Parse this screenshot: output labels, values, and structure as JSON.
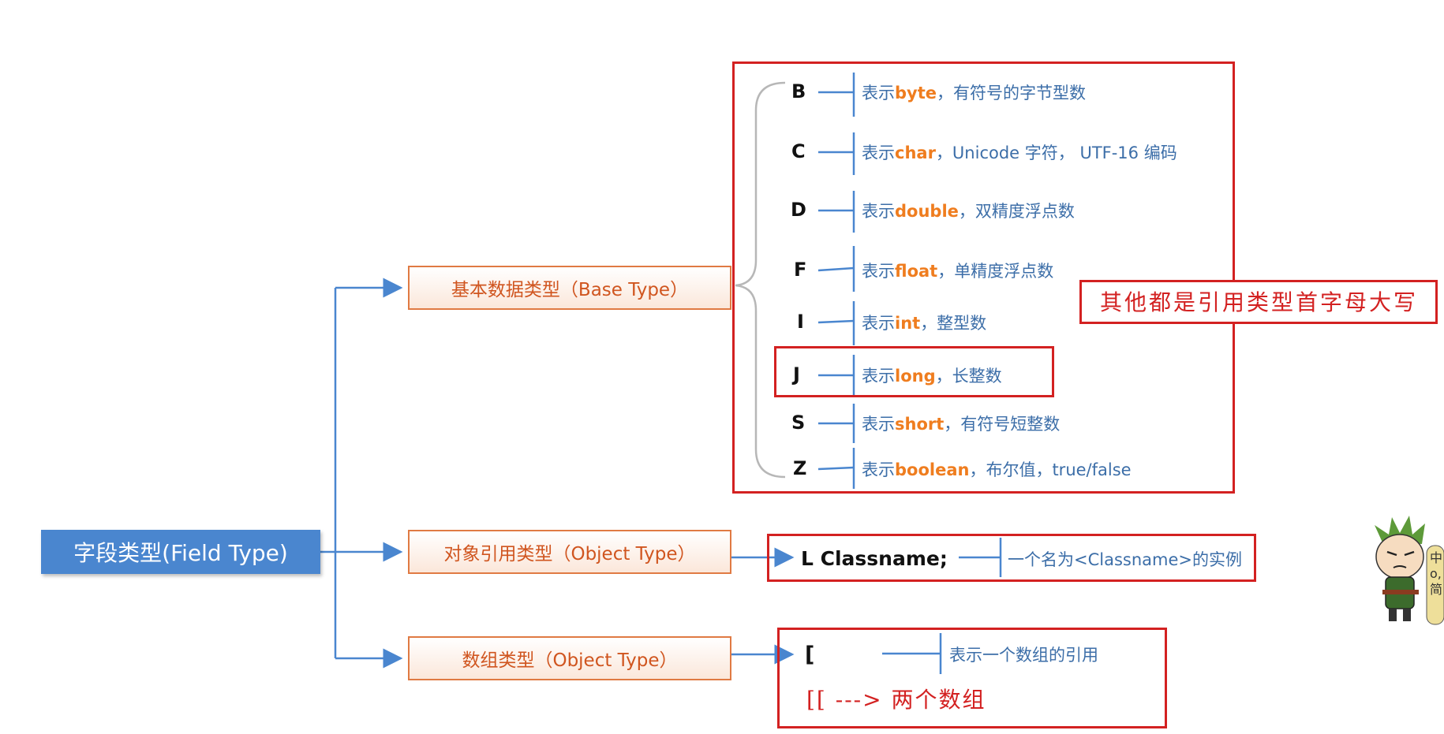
{
  "root": {
    "label": "字段类型(Field Type)"
  },
  "categories": [
    {
      "label": "基本数据类型（Base Type）"
    },
    {
      "label": "对象引用类型（Object Type）"
    },
    {
      "label": "数组类型（Object Type）"
    }
  ],
  "base_types": [
    {
      "code": "B",
      "prefix": "表示",
      "keyword": "byte",
      "suffix": "，有符号的字节型数"
    },
    {
      "code": "C",
      "prefix": "表示",
      "keyword": "char",
      "suffix": "，Unicode 字符， UTF-16 编码"
    },
    {
      "code": "D",
      "prefix": "表示",
      "keyword": "double",
      "suffix": "，双精度浮点数"
    },
    {
      "code": "F",
      "prefix": "表示",
      "keyword": "float",
      "suffix": "，单精度浮点数"
    },
    {
      "code": "I",
      "prefix": "表示",
      "keyword": "int",
      "suffix": "，整型数"
    },
    {
      "code": "J",
      "prefix": "表示",
      "keyword": "long",
      "suffix": "，长整数"
    },
    {
      "code": "S",
      "prefix": "表示",
      "keyword": "short",
      "suffix": "，有符号短整数"
    },
    {
      "code": "Z",
      "prefix": "表示",
      "keyword": "boolean",
      "suffix": "，布尔值，true/false"
    }
  ],
  "object_type": {
    "code": "L Classname;",
    "desc": "一个名为<Classname>的实例"
  },
  "array_type": {
    "code": "[",
    "desc": "表示一个数组的引用",
    "note": "[[  ---> 两个数组"
  },
  "annotation": "其他都是引用类型首字母大写",
  "sticker": {
    "text_lines": [
      "中",
      "o,",
      "简"
    ]
  },
  "colors": {
    "blue": "#4a86cf",
    "orange": "#e07a43",
    "red": "#d32121",
    "keyword": "#ef7d1f"
  }
}
